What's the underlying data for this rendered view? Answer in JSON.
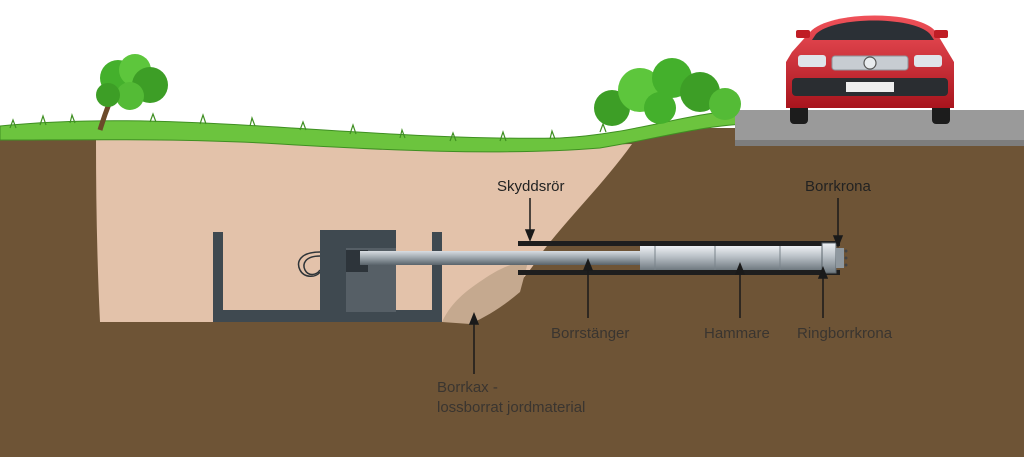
{
  "labels": {
    "skyddsror": "Skyddsrör",
    "borrkrona": "Borrkrona",
    "borrstanger": "Borrstänger",
    "hammare": "Hammare",
    "ringborrkrona": "Ringborrkrona",
    "borrkax_line1": "Borrkax -",
    "borrkax_line2": "lossborrat jordmaterial"
  },
  "colors": {
    "soil": "#6e5436",
    "excavation": "#e3c2aa",
    "cuttings": "#c5a98f",
    "grass": "#6cc43e",
    "grass_dark": "#3f8f22",
    "road": "#9a9a9a",
    "rig": "#3f4950",
    "pipe": "#b8bec4",
    "label_text": "#3a3530",
    "label_text_dark": "#222222",
    "car_body": "#d62a32"
  }
}
